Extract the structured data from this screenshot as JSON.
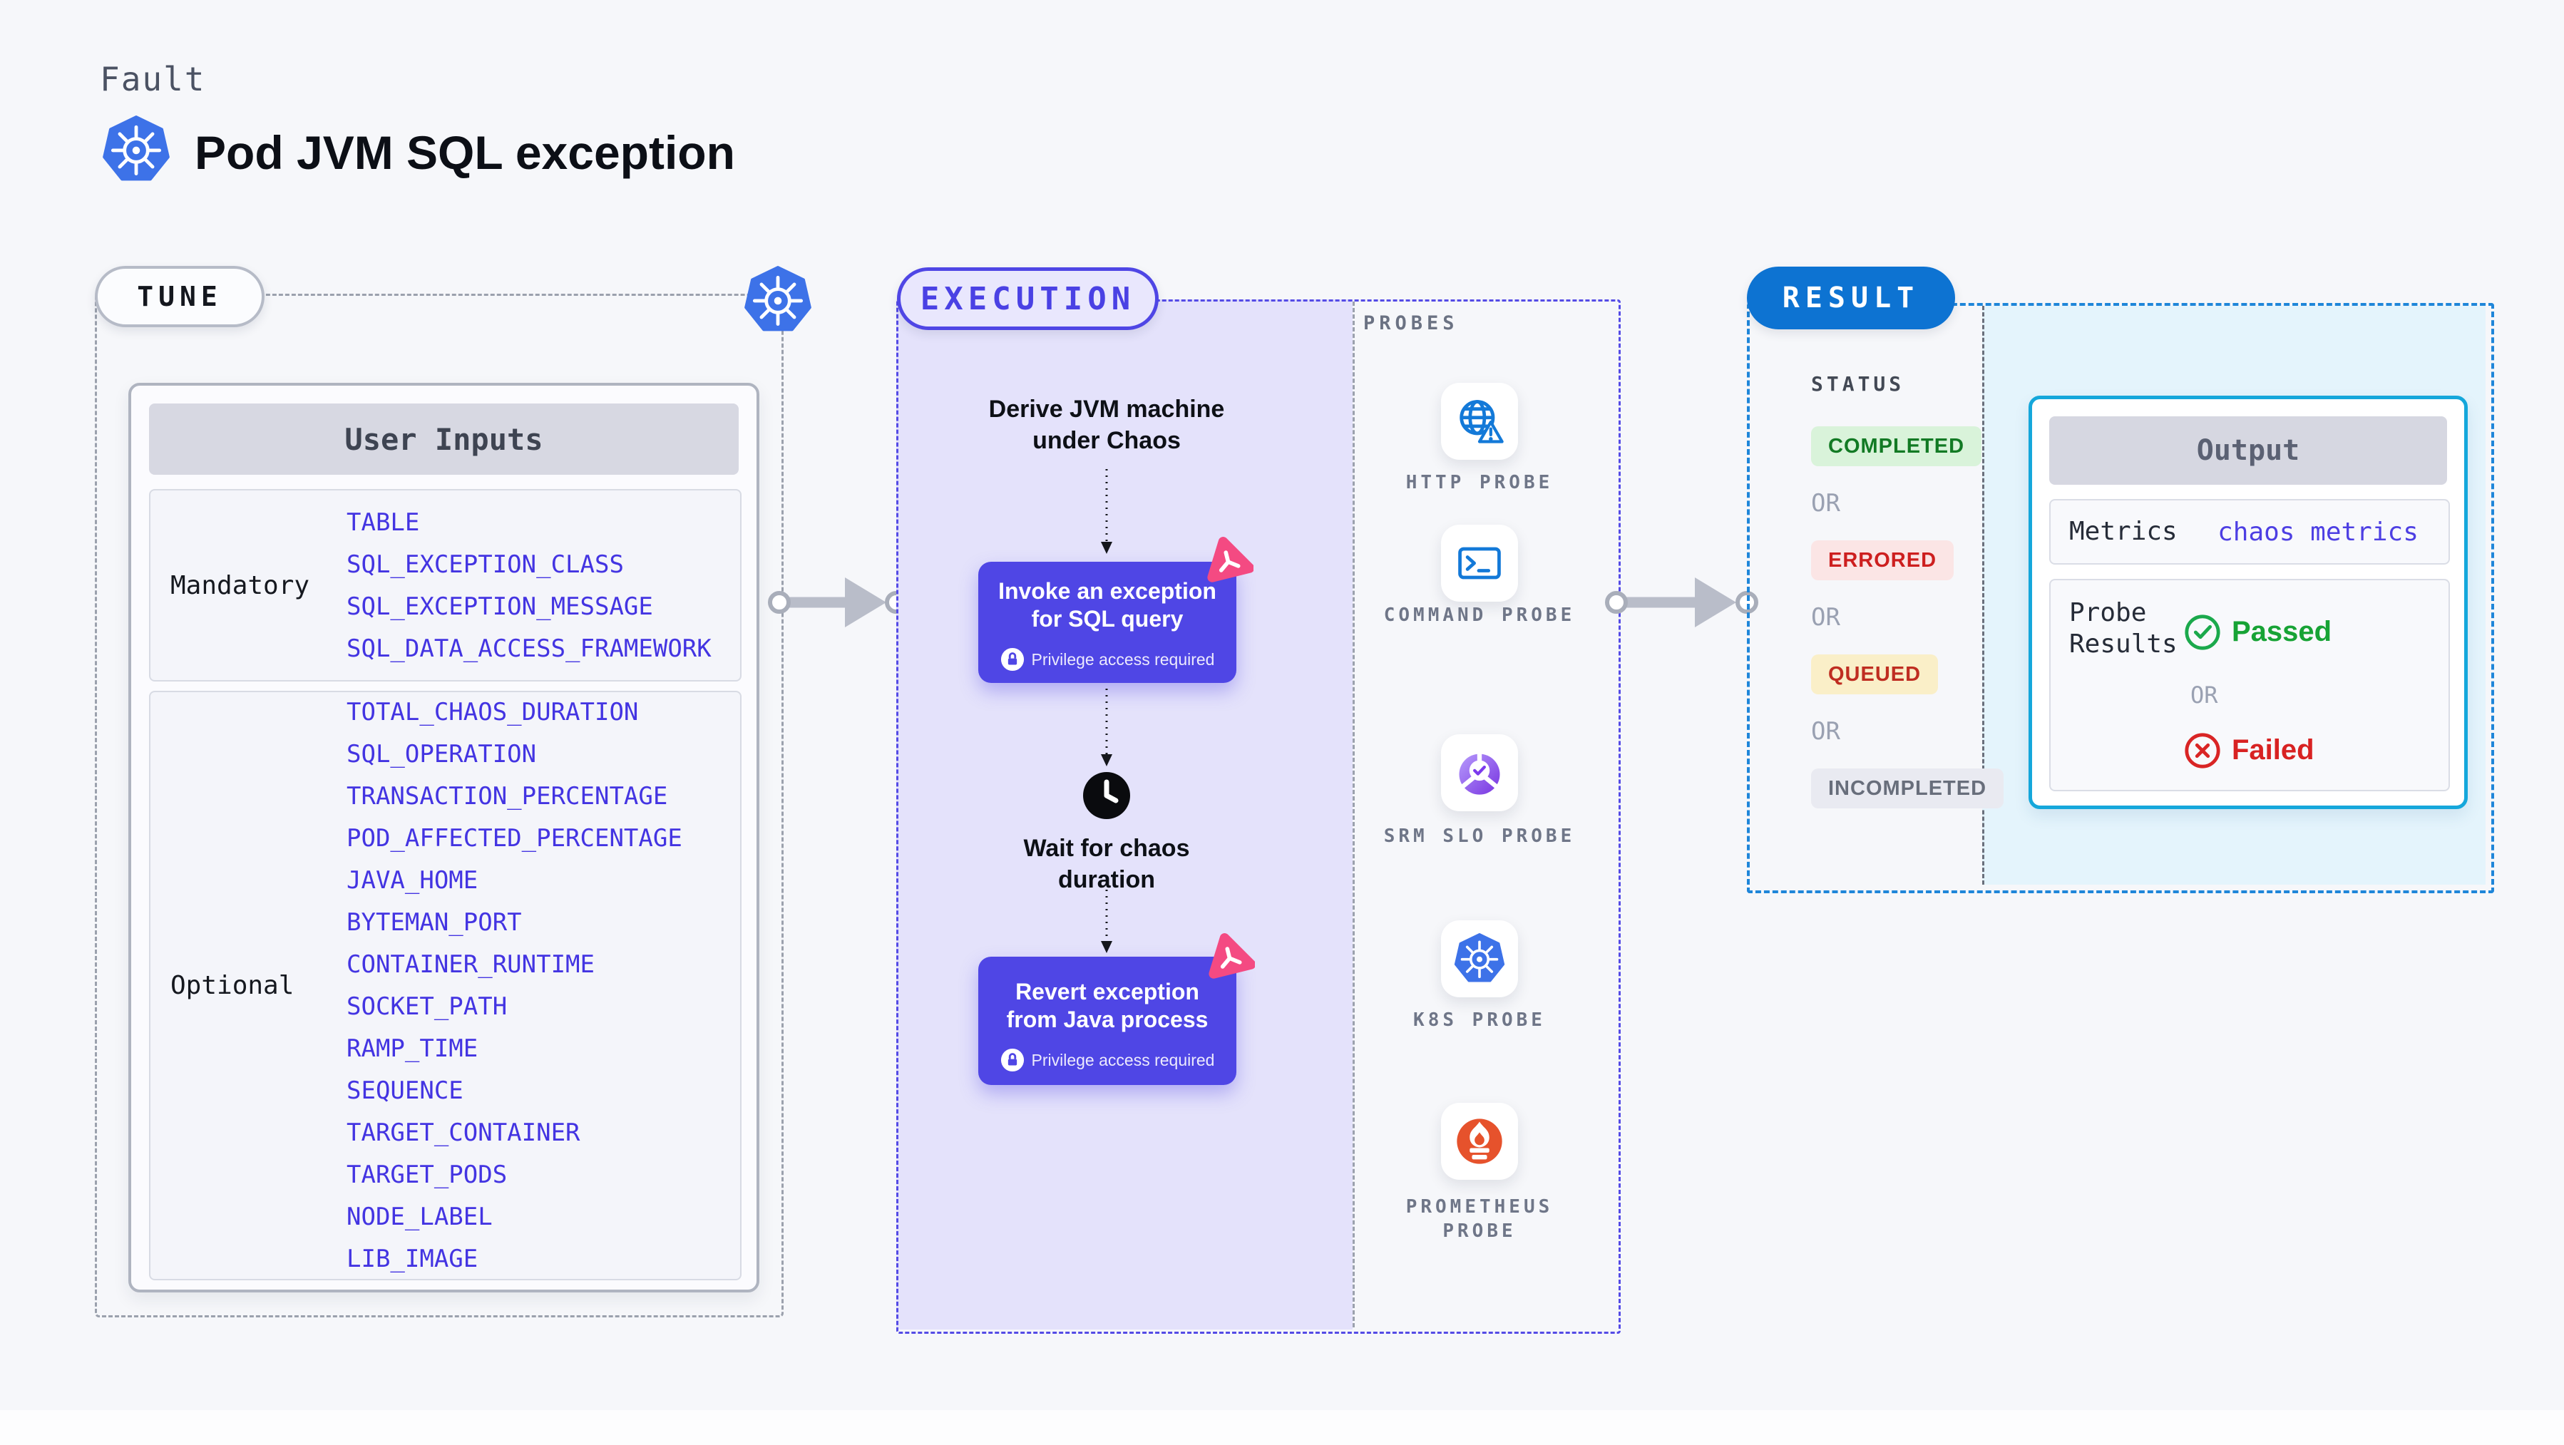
{
  "header": {
    "kicker": "Fault",
    "title": "Pod JVM SQL exception"
  },
  "tune": {
    "label": "TUNE",
    "user_inputs_title": "User Inputs",
    "mandatory_label": "Mandatory",
    "mandatory_items": [
      "TABLE",
      "SQL_EXCEPTION_CLASS",
      "SQL_EXCEPTION_MESSAGE",
      "SQL_DATA_ACCESS_FRAMEWORK"
    ],
    "optional_label": "Optional",
    "optional_items": [
      "TOTAL_CHAOS_DURATION",
      "SQL_OPERATION",
      "TRANSACTION_PERCENTAGE",
      "POD_AFFECTED_PERCENTAGE",
      "JAVA_HOME",
      "BYTEMAN_PORT",
      "CONTAINER_RUNTIME",
      "SOCKET_PATH",
      "RAMP_TIME",
      "SEQUENCE",
      "TARGET_CONTAINER",
      "TARGET_PODS",
      "NODE_LABEL",
      "LIB_IMAGE"
    ]
  },
  "execution": {
    "label": "EXECUTION",
    "step_derive": "Derive JVM machine under Chaos",
    "step_invoke": "Invoke an exception for SQL query",
    "step_wait": "Wait for chaos duration",
    "step_revert": "Revert exception from Java process",
    "privilege_note": "Privilege access required"
  },
  "probes": {
    "heading": "PROBES",
    "items": [
      {
        "icon": "http-probe-icon",
        "label": "HTTP PROBE"
      },
      {
        "icon": "command-probe-icon",
        "label": "COMMAND PROBE"
      },
      {
        "icon": "srm-slo-probe-icon",
        "label": "SRM SLO PROBE"
      },
      {
        "icon": "k8s-probe-icon",
        "label": "K8S PROBE"
      },
      {
        "icon": "prometheus-probe-icon",
        "label": "PROMETHEUS PROBE"
      }
    ]
  },
  "result": {
    "label": "RESULT",
    "status_heading": "STATUS",
    "statuses": [
      "COMPLETED",
      "ERRORED",
      "QUEUED",
      "INCOMPLETED"
    ],
    "or_label": "OR",
    "output": {
      "title": "Output",
      "metrics_label": "Metrics",
      "metrics_value": "chaos metrics",
      "probe_results_label": "Probe Results",
      "passed_label": "Passed",
      "or_label": "OR",
      "failed_label": "Failed"
    }
  },
  "colors": {
    "page_bg": "#F6F7FA",
    "indigo": "#4F46E5",
    "execution_bg": "#E4E2FB",
    "input_item_blue": "#4334E2",
    "k8s_blue": "#326DE6",
    "probe_icon_blue": "#1379D8",
    "srm_purple": "#7C3AED",
    "prometheus_orange": "#E6522C",
    "chaos_pink": "#F44A82",
    "result_pill_blue": "#0D73D2",
    "result_dash_blue": "#1F86D9",
    "output_border_cyan": "#15A7DB",
    "output_panel_bg": "#E4F4FC",
    "success_green": "#17A335",
    "error_red": "#D82222"
  }
}
